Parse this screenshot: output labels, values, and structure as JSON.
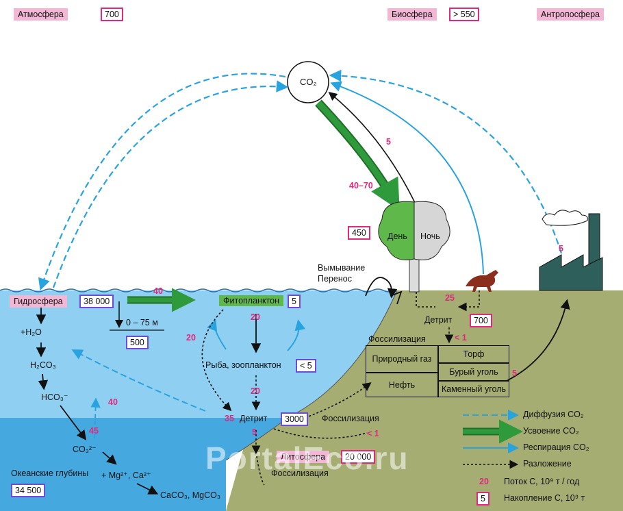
{
  "spheres": {
    "atmosphere": {
      "label": "Атмосфера",
      "value": "700"
    },
    "biosphere": {
      "label": "Биосфера",
      "value": "> 550"
    },
    "anthroposphere": {
      "label": "Антропосфера"
    },
    "hydrosphere": {
      "label": "Гидросфера",
      "value": "38 000"
    },
    "lithosphere": {
      "label": "Литосфера",
      "value": "20 000"
    },
    "ocean_depths": {
      "label": "Океанские глубины",
      "value": "34 500"
    }
  },
  "co2": "CO₂",
  "tree": {
    "day": "День",
    "night": "Ночь",
    "store": "450"
  },
  "flows": {
    "photosynthesis": "40–70",
    "respiration": "5",
    "ocean_uptake": "40",
    "deep_up": "40",
    "deep_down": "45",
    "phyto_to_fish": "20",
    "fish_to_detritus": "20",
    "phyto_to_detritus": "20",
    "detritus_to_deep": "35",
    "detritus_sink": "5",
    "land_detritus": "25",
    "fossil_small": "< 1",
    "fossil_small2": "< 1",
    "factory": "5",
    "fuel_burn": "5"
  },
  "labels": {
    "depth_range": "0 – 75 м",
    "depth_store": "500",
    "phytoplankton": "Фитопланктон",
    "phyto_store": "5",
    "fish": "Рыба, зоопланктон",
    "fish_store": "< 5",
    "detritus_water": "Детрит",
    "detritus_water_store": "3000",
    "detritus_land": "Детрит",
    "detritus_land_store": "700",
    "washout": "Вымывание",
    "transfer": "Перенос",
    "fossilization_top": "Фоссилизация",
    "fossilization_mid": "Фоссилизация",
    "fossilization_bottom": "Фоссилизация",
    "water": "+H₂O",
    "h2co3": "H₂CO₃",
    "hco3": "HCO₃⁻",
    "co3": "CO₃²⁻",
    "mgca": "+ Mg²⁺, Ca²⁺",
    "carbonates": "CaCO₃, MgCO₃"
  },
  "fossil_fuels": {
    "gas": "Природный газ",
    "oil": "Нефть",
    "peat": "Торф",
    "brown_coal": "Бурый уголь",
    "hard_coal": "Каменный уголь"
  },
  "legend": {
    "diffusion": "Диффузия CO₂",
    "uptake": "Усвоение CO₂",
    "respiration": "Респирация CO₂",
    "decomposition": "Разложение",
    "flow_sample": "20",
    "flow_desc": "Поток C, 10⁹ т / год",
    "store_sample": "5",
    "store_desc": "Накопление C, 10⁹ т"
  },
  "watermark": "PortalEco.ru",
  "colors": {
    "water": "#7fc8ee",
    "deep_water": "#3aa3dc",
    "land": "#a5ad72",
    "green_arrow": "#2f9a3c",
    "diffusion": "#29a3e0",
    "store_border": "#e0287c",
    "sphere_bg": "#f3b7d6"
  }
}
